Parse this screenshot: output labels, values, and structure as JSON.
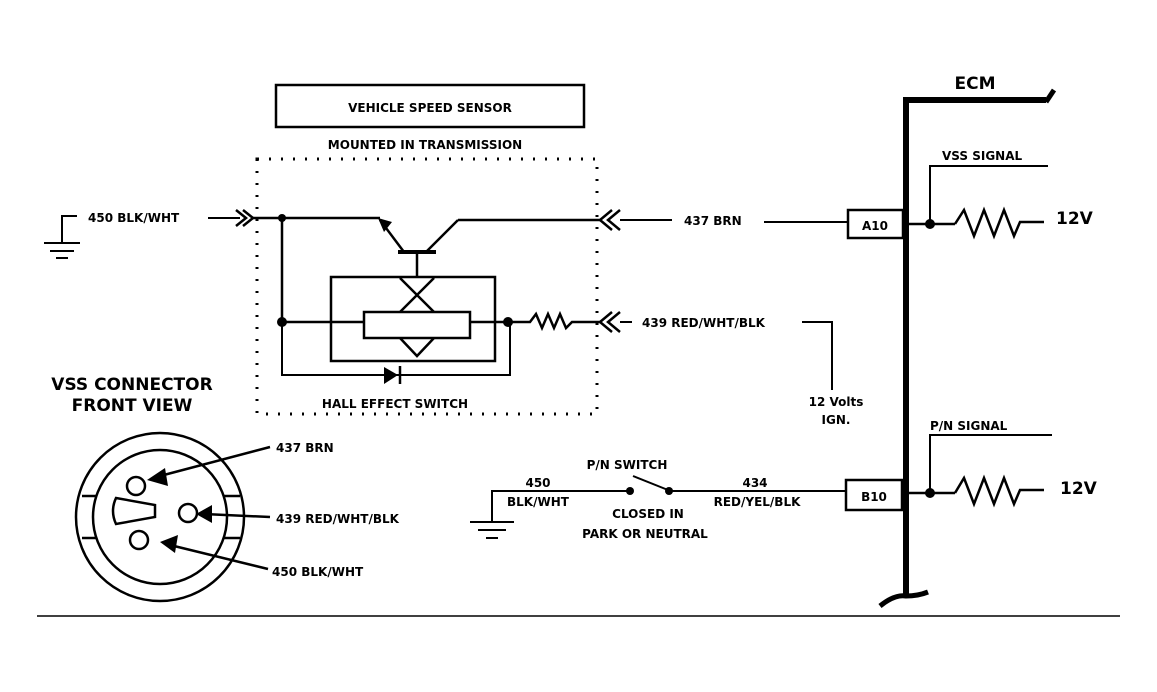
{
  "title_box": "VEHICLE SPEED SENSOR",
  "subtitle": "MOUNTED IN TRANSMISSION",
  "hall_label": "HALL EFFECT SWITCH",
  "ecm_label": "ECM",
  "wires": {
    "w450_top": "450 BLK/WHT",
    "w437": "437 BRN",
    "w439": "439 RED/WHT/BLK",
    "ign_line1": "12 Volts",
    "ign_line2": "IGN."
  },
  "pins": {
    "a10": "A10",
    "b10": "B10"
  },
  "signals": {
    "vss": "VSS SIGNAL",
    "vss_v": "12V",
    "pn": "P/N SIGNAL",
    "pn_v": "12V"
  },
  "connector": {
    "title1": "VSS CONNECTOR",
    "title2": "FRONT VIEW",
    "pin1": "437 BRN",
    "pin2": "439 RED/WHT/BLK",
    "pin3": "450 BLK/WHT"
  },
  "pn_switch": {
    "label": "P/N SWITCH",
    "left_num": "450",
    "left_color": "BLK/WHT",
    "right_num": "434",
    "right_color": "RED/YEL/BLK",
    "note1": "CLOSED IN",
    "note2": "PARK OR NEUTRAL"
  }
}
